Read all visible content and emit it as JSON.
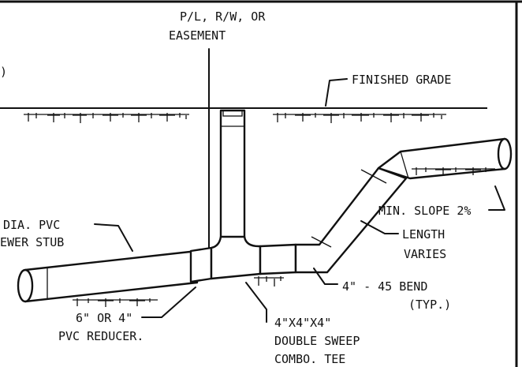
{
  "labels": {
    "property_line_1": "P/L, R/W, OR",
    "property_line_2": "EASEMENT",
    "left_cut_mark": ")",
    "finished_grade": "FINISHED GRADE",
    "min_slope": "MIN. SLOPE 2%",
    "length_varies_1": "LENGTH",
    "length_varies_2": "VARIES",
    "bend_1": "4\" - 45 BEND",
    "bend_2": "(TYP.)",
    "stub_1": "DIA. PVC",
    "stub_2": "EWER STUB",
    "reducer_1": "6\" OR 4\"",
    "reducer_2": "PVC REDUCER.",
    "tee_1": "4\"X4\"X4\"",
    "tee_2": "DOUBLE SWEEP",
    "tee_3": "COMBO. TEE"
  }
}
